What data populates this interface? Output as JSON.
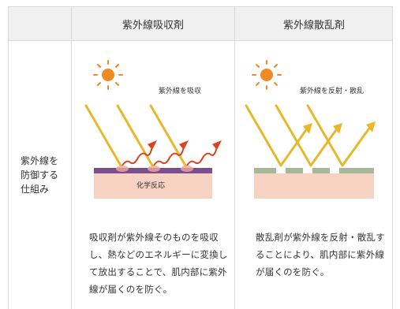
{
  "table": {
    "header": {
      "col1": "紫外線吸収剤",
      "col2": "紫外線散乱剤"
    },
    "row_label": "紫外線を\n防御する\n仕組み",
    "absorber": {
      "diagram_label": "紫外線を吸収",
      "skin_label": "化学反応",
      "description": "吸収剤が紫外線そのものを吸収し、熱などのエネルギーに変換して放出することで、肌内部に紫外線が届くのを防ぐ。"
    },
    "scatterer": {
      "diagram_label": "紫外線を反射・散乱",
      "description": "散乱剤が紫外線を反射・散乱することにより、肌内部に紫外線が届くのを防ぐ。"
    }
  },
  "colors": {
    "header_bg": "#f0f0f0",
    "border": "#d9d9d9",
    "uv_ray": "#e8b82a",
    "emitted_ray": "#d9441f",
    "skin": "#f6d2c2",
    "absorber_layer": "#7a4f92",
    "scatter_layer": "#a7b79a",
    "sun": "#f08a22"
  },
  "icons": [
    "sun-icon"
  ]
}
